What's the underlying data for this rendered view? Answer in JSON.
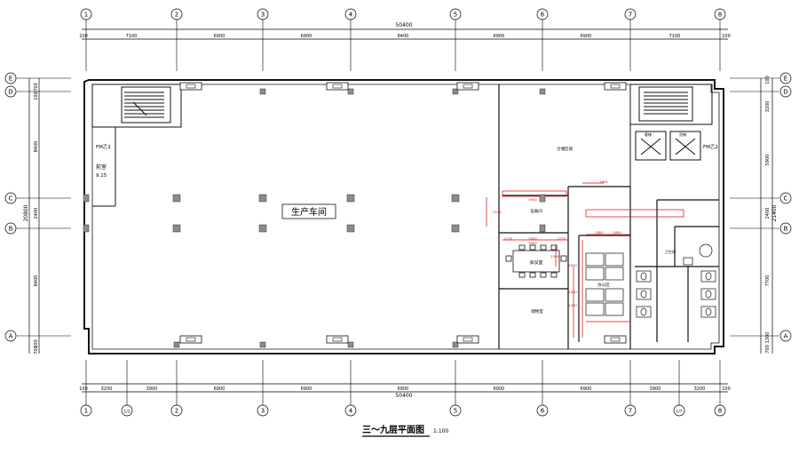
{
  "title": "三～九层平面图",
  "scale": "1:100",
  "overall_dimension_top": "50400",
  "overall_dimension_bottom": "50400",
  "overall_dimension_left": "20800",
  "overall_dimension_right": "21400",
  "grid_columns_top": [
    "1",
    "2",
    "3",
    "4",
    "5",
    "6",
    "7",
    "8"
  ],
  "grid_columns_bottom": [
    "1",
    "1/1",
    "2",
    "3",
    "4",
    "5",
    "6",
    "7",
    "1/7",
    "8"
  ],
  "grid_rows": [
    "E",
    "D",
    "C",
    "B",
    "A"
  ],
  "top_dimensions": [
    "100",
    "7100",
    "6900",
    "6900",
    "8400",
    "6900",
    "6900",
    "7100",
    "100"
  ],
  "bottom_dimensions": [
    "100",
    "3200",
    "3900",
    "6900",
    "6900",
    "6900",
    "6900",
    "6900",
    "3900",
    "3200",
    "100"
  ],
  "left_dimensions": [
    "700",
    "100",
    "8400",
    "2400",
    "8400",
    "100",
    "700"
  ],
  "right_dimensions": [
    "100",
    "3200",
    "5900",
    "2400",
    "7700",
    "1300",
    "700"
  ],
  "rooms": {
    "workshop": "生产车间",
    "stair_left_label": "前室",
    "stair_left_area": "9.15",
    "fm_left": "FM乙1",
    "fm_right": "FM乙2",
    "meeting": "会议室",
    "storage": "储物室",
    "warehouse": "仓储区域",
    "office": "办公区",
    "corridor_note": "生产车间",
    "restroom": "卫生间",
    "equipment": "设备间",
    "elevator_1": "客梯",
    "elevator_2": "货梯"
  },
  "red_dims": [
    "3000",
    "1279",
    "3000",
    "1279",
    "1800",
    "1800",
    "1400",
    "1400",
    "3900",
    "1600",
    "2100",
    "1200",
    "3300"
  ],
  "colors": {
    "line": "#000000",
    "wall": "#111111",
    "column": "#8c8c8c",
    "red": "#e00000",
    "grid_circle": "#000000"
  }
}
